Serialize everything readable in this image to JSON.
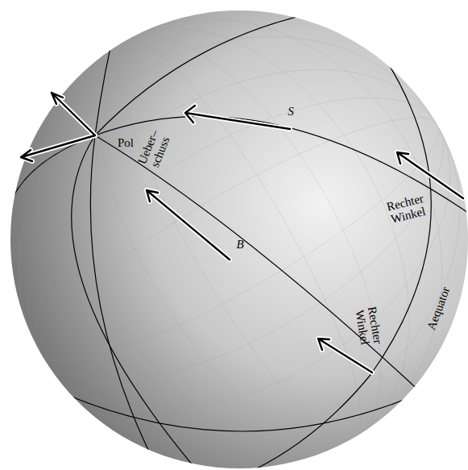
{
  "diagram": {
    "labels": [
      "Pol",
      "Ueber– schuss",
      "S",
      "B",
      "Rechter Winkel",
      "Rechter Winkel",
      "Aequator"
    ]
  }
}
